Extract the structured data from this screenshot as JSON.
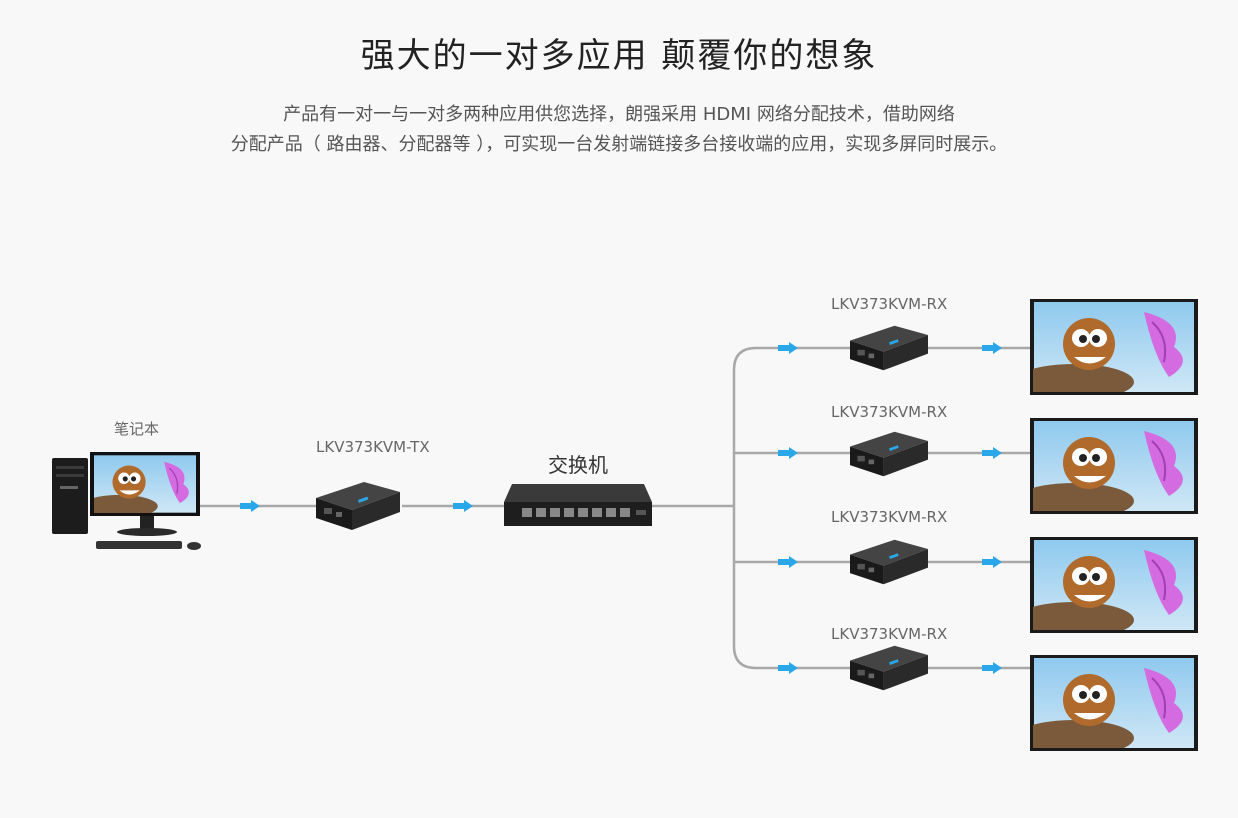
{
  "header": {
    "title": "强大的一对多应用  颠覆你的想象",
    "description_line1": "产品有一对一与一对多两种应用供您选择，朗强采用 HDMI 网络分配技术，借助网络",
    "description_line2": "分配产品（ 路由器、分配器等 ），可实现一台发射端链接多台接收端的应用，实现多屏同时展示。"
  },
  "diagram": {
    "source_label": "笔记本",
    "transmitter_label": "LKV373KVM-TX",
    "switch_label": "交换机",
    "receivers": [
      {
        "label": "LKV373KVM-RX"
      },
      {
        "label": "LKV373KVM-RX"
      },
      {
        "label": "LKV373KVM-RX"
      },
      {
        "label": "LKV373KVM-RX"
      }
    ]
  },
  "colors": {
    "line": "#a8a8a8",
    "arrow": "#2aa7e8",
    "device": "#2b2b2b"
  }
}
